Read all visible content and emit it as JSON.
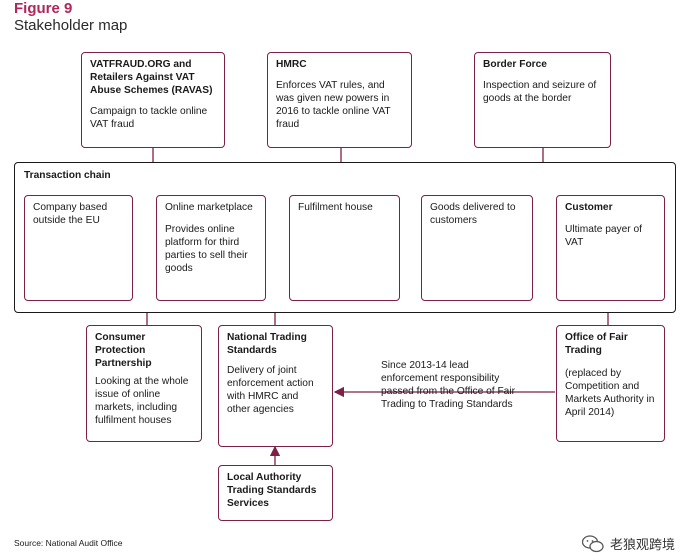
{
  "figure": {
    "label": "Figure 9",
    "title": "Stakeholder map"
  },
  "top_boxes": [
    {
      "heading": "VATFRAUD.ORG and Retailers Against VAT Abuse Schemes (RAVAS)",
      "desc": "Campaign to tackle online VAT fraud"
    },
    {
      "heading": "HMRC",
      "desc": "Enforces VAT rules, and was given new powers in 2016 to tackle online VAT fraud"
    },
    {
      "heading": "Border Force",
      "desc": "Inspection and seizure of goods at the border"
    }
  ],
  "chain": {
    "label": "Transaction chain",
    "steps": [
      {
        "heading": "Company based outside the EU",
        "desc": ""
      },
      {
        "heading": "Online marketplace",
        "desc": "Provides online platform for third parties to sell their goods"
      },
      {
        "heading": "Fulfilment house",
        "desc": ""
      },
      {
        "heading": "Goods delivered to customers",
        "desc": ""
      },
      {
        "heading": "Customer",
        "desc": "Ultimate payer of VAT"
      }
    ]
  },
  "bottom_boxes": [
    {
      "heading": "Consumer Protection Partnership",
      "desc": "Looking at the whole issue of online markets, including fulfilment houses"
    },
    {
      "heading": "National Trading Standards",
      "desc": "Delivery of joint enforcement action with HMRC and other agencies"
    },
    {
      "heading": "Office of Fair Trading",
      "desc": "(replaced by Competition and Markets Authority in April 2014)"
    },
    {
      "heading": "Local Authority Trading Standards Services",
      "desc": ""
    }
  ],
  "transfer_note": "Since 2013-14 lead enforcement responsibility passed from the Office of Fair Trading to Trading Standards",
  "source": "Source: National Audit Office",
  "watermark": {
    "text": "老狼观跨境",
    "icon": "wechat-icon"
  },
  "colors": {
    "accent": "#b0275a",
    "box_border": "#7d2046",
    "chain_border": "#1a1a1a"
  }
}
